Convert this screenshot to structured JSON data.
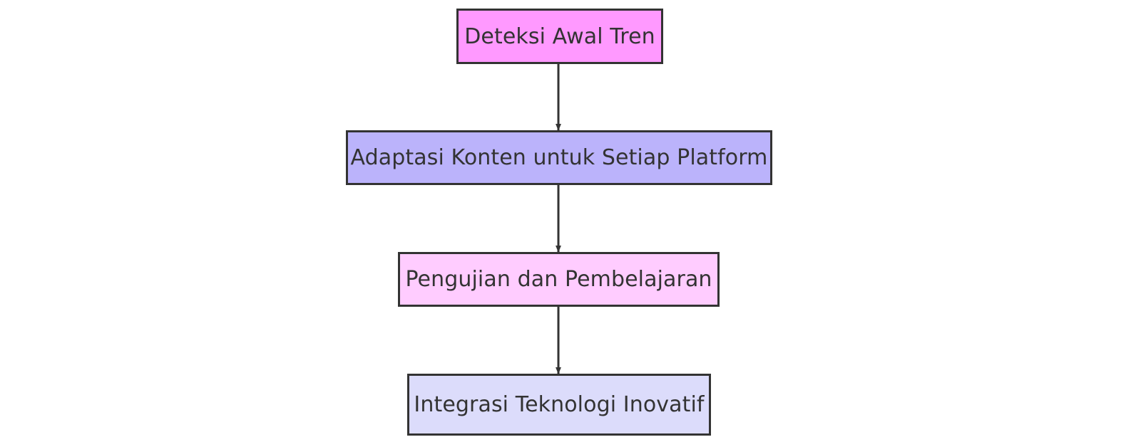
{
  "diagram": {
    "type": "flowchart",
    "direction": "top-to-bottom",
    "background_color": "#ffffff",
    "border_color": "#333333",
    "text_color": "#333333",
    "edge_color": "#333333",
    "nodes": [
      {
        "id": "node-1",
        "label": "Deteksi Awal Tren",
        "fill_color": "#ff99ff",
        "order": 1
      },
      {
        "id": "node-2",
        "label": "Adaptasi Konten untuk Setiap Platform",
        "fill_color": "#bbb3fb",
        "order": 2
      },
      {
        "id": "node-3",
        "label": "Pengujian dan Pembelajaran",
        "fill_color": "#ffccff",
        "order": 3
      },
      {
        "id": "node-4",
        "label": "Integrasi Teknologi Inovatif",
        "fill_color": "#dcdcfb",
        "order": 4
      }
    ],
    "edges": [
      {
        "id": "edge-1-2",
        "from": "node-1",
        "to": "node-2",
        "label": "",
        "arrow": "arrow-down-icon"
      },
      {
        "id": "edge-2-3",
        "from": "node-2",
        "to": "node-3",
        "label": "",
        "arrow": "arrow-down-icon"
      },
      {
        "id": "edge-3-4",
        "from": "node-3",
        "to": "node-4",
        "label": "",
        "arrow": "arrow-down-icon"
      }
    ]
  }
}
